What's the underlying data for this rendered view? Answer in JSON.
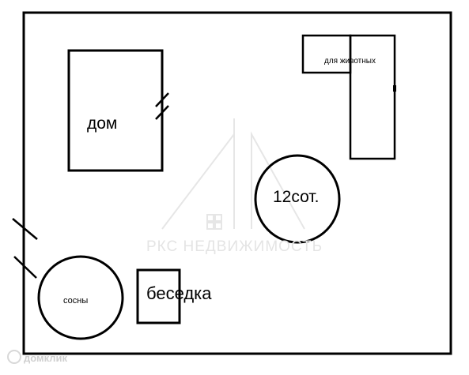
{
  "labels": {
    "house": "дом",
    "animals": "для животных",
    "plot_area": "12сот.",
    "pines": "сосны",
    "gazebo": "беседка"
  },
  "watermark": {
    "agency": "РКС НЕДВИЖИМОСТЬ",
    "site": "домклик"
  },
  "colors": {
    "line": "#000000",
    "background": "#ffffff",
    "watermark": "#e4e4e4"
  }
}
